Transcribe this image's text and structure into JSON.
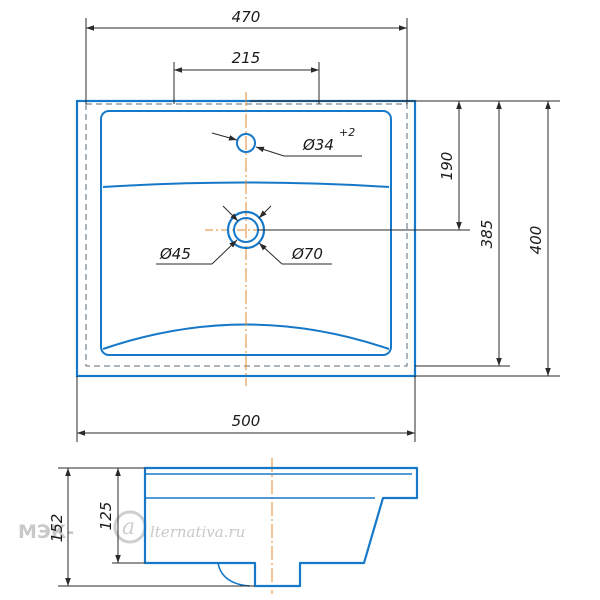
{
  "drawing": {
    "dimensions": {
      "overall_width": "470",
      "faucet_spacing": "215",
      "faucet_hole": "Ø34",
      "faucet_hole_tol": "+2",
      "faucet_to_drain": "190",
      "bowl_depth": "385",
      "overall_depth": "400",
      "drain_inner": "Ø45",
      "drain_outer": "Ø70",
      "outer_width": "500",
      "total_height": "152",
      "bowl_height": "125"
    },
    "watermark": {
      "prefix": "МЭК-",
      "suffix": "lternativa.ru"
    },
    "colors": {
      "outline": "#1678c8",
      "dim_line": "#2a2a2a",
      "center_line": "#e08a2e",
      "dash_line": "#5a6a78",
      "watermark": "#c9c9c9"
    }
  }
}
